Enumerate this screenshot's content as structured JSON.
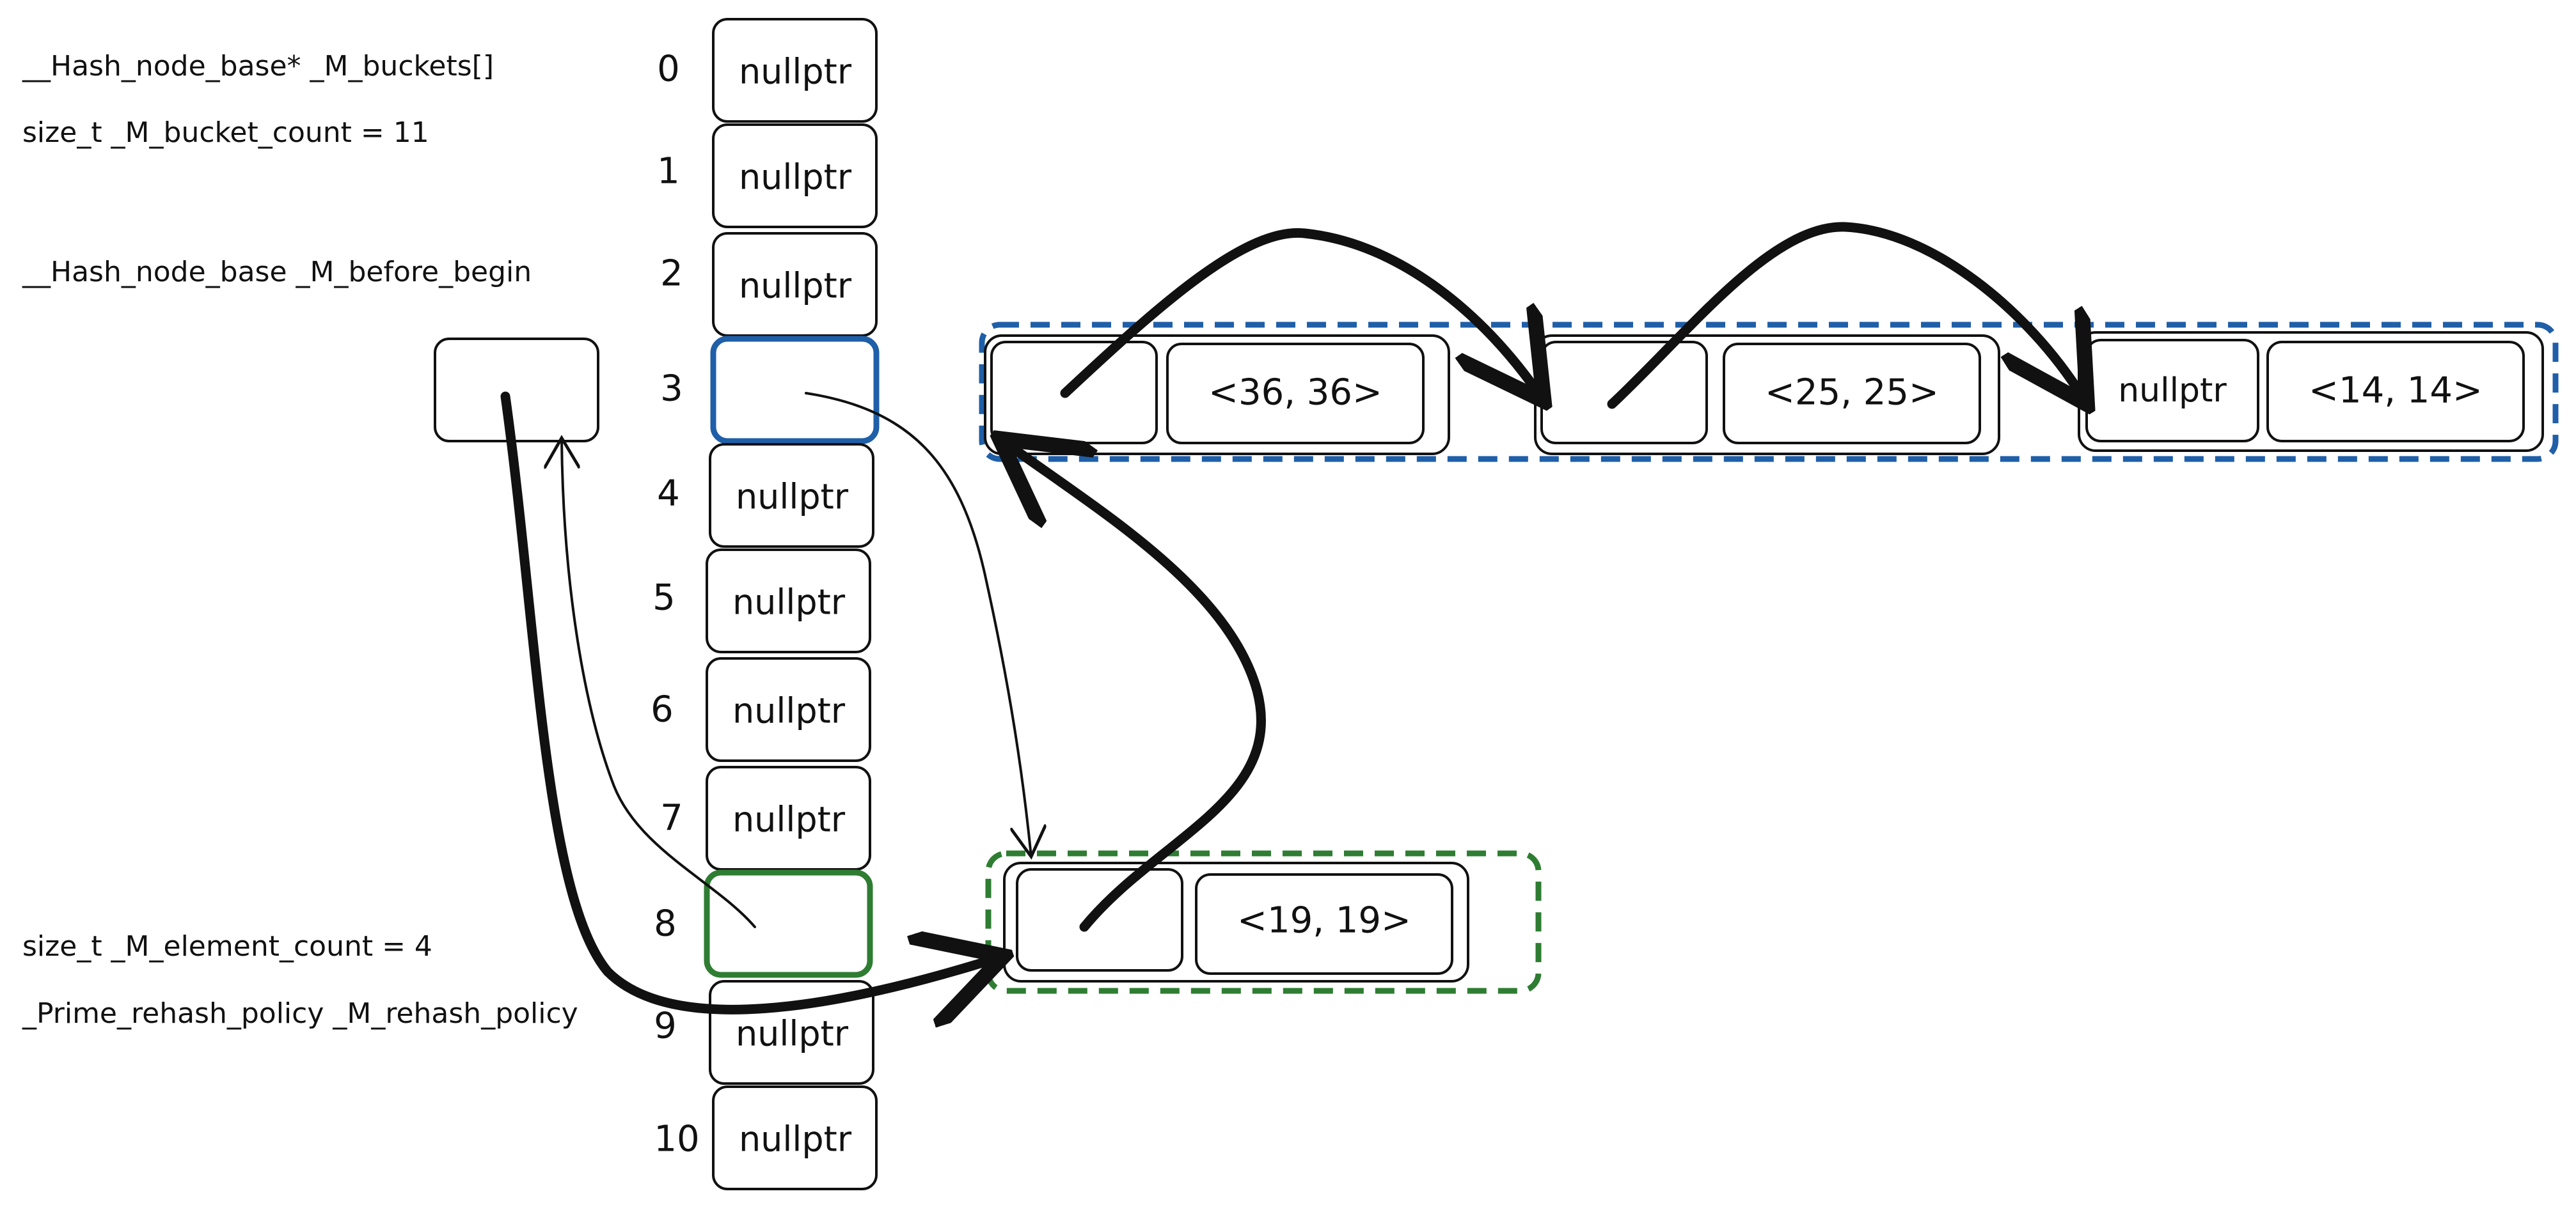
{
  "labels": {
    "buckets": "__Hash_node_base* _M_buckets[]",
    "bucket_count": "size_t _M_bucket_count = 11",
    "before_begin": "__Hash_node_base _M_before_begin",
    "element_count": "size_t _M_element_count = 4",
    "rehash_policy": "_Prime_rehash_policy _M_rehash_policy"
  },
  "buckets": [
    {
      "index": "0",
      "value": "nullptr"
    },
    {
      "index": "1",
      "value": "nullptr"
    },
    {
      "index": "2",
      "value": "nullptr"
    },
    {
      "index": "3",
      "value": ""
    },
    {
      "index": "4",
      "value": "nullptr"
    },
    {
      "index": "5",
      "value": "nullptr"
    },
    {
      "index": "6",
      "value": "nullptr"
    },
    {
      "index": "7",
      "value": "nullptr"
    },
    {
      "index": "8",
      "value": ""
    },
    {
      "index": "9",
      "value": "nullptr"
    },
    {
      "index": "10",
      "value": "nullptr"
    }
  ],
  "chain_bucket_3": [
    {
      "next": "",
      "value": "<36, 36>"
    },
    {
      "next": "",
      "value": "<25, 25>"
    },
    {
      "next": "nullptr",
      "value": "<14, 14>"
    }
  ],
  "chain_bucket_8": [
    {
      "next": "",
      "value": "<19, 19>"
    }
  ],
  "colors": {
    "ink": "#111111",
    "bucket_3_highlight": "#1f5fa8",
    "bucket_8_highlight": "#2e7d32"
  }
}
